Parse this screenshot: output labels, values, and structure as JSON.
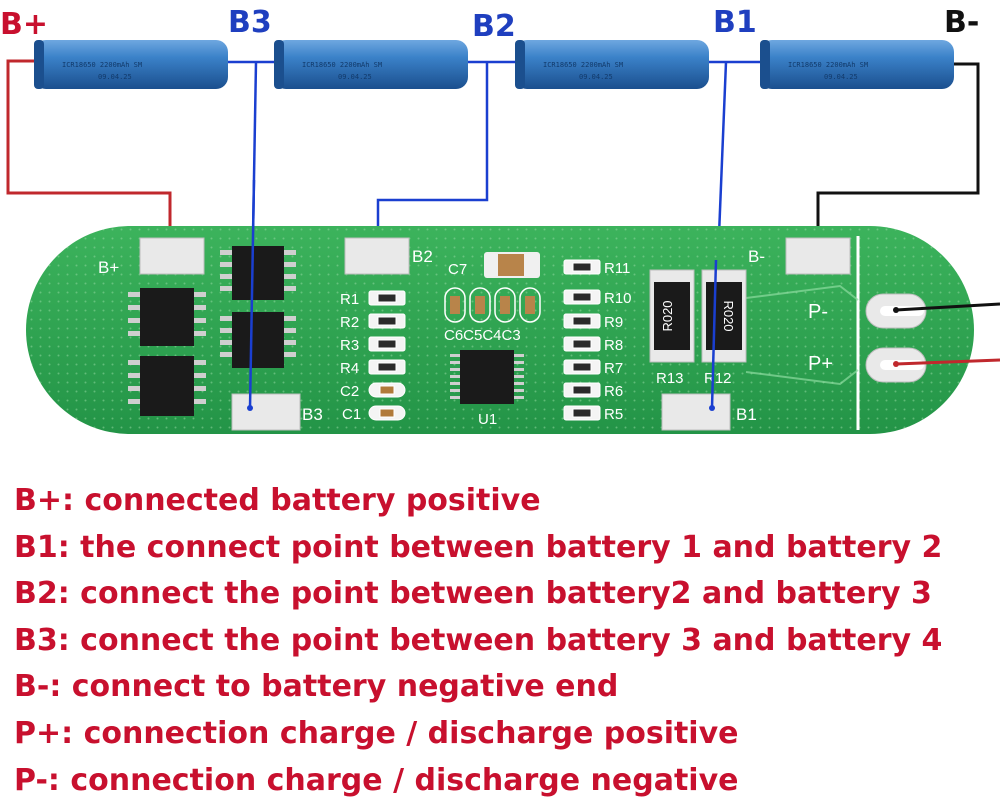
{
  "terminals": {
    "b_plus": "B+",
    "b3": "B3",
    "b2": "B2",
    "b1": "B1",
    "b_minus": "B-"
  },
  "battery_cell": {
    "model": "ICR18650 2200mAh SM",
    "date": "09.04.25"
  },
  "board": {
    "pads": {
      "b_plus": "B+",
      "b3": "B3",
      "b2": "B2",
      "b1": "B1",
      "b_minus": "B-",
      "p_minus": "P-",
      "p_plus": "P+"
    },
    "components": {
      "r1": "R1",
      "r2": "R2",
      "r3": "R3",
      "r4": "R4",
      "c2": "C2",
      "c1": "C1",
      "c7": "C7",
      "c6c5c4c3": "C6C5C4C3",
      "u1": "U1",
      "r11": "R11",
      "r10": "R10",
      "r9": "R9",
      "r8": "R8",
      "r7": "R7",
      "r6": "R6",
      "r5": "R5",
      "r13": "R13",
      "r12": "R12",
      "shunt": "R020"
    }
  },
  "legend": [
    "B+: connected battery positive",
    "B1: the connect point between battery 1 and battery 2",
    "B2: connect the point between battery2 and battery 3",
    "B3: connect the point between battery 3 and battery 4",
    "B-: connect to battery negative end",
    "P+: connection charge / discharge positive",
    "P-: connection charge / discharge negative"
  ],
  "colors": {
    "b_plus_label": "#c8102e",
    "b_minus_label": "#111111",
    "node_labels": "#1f3fbf",
    "wire_red": "#c0282d",
    "wire_blue": "#1a3fd0",
    "wire_black": "#111111",
    "pcb": "#2fa84f",
    "pad": "#e9e9e9",
    "cell": "#2b6cb8",
    "legend_text": "#c8102e"
  }
}
